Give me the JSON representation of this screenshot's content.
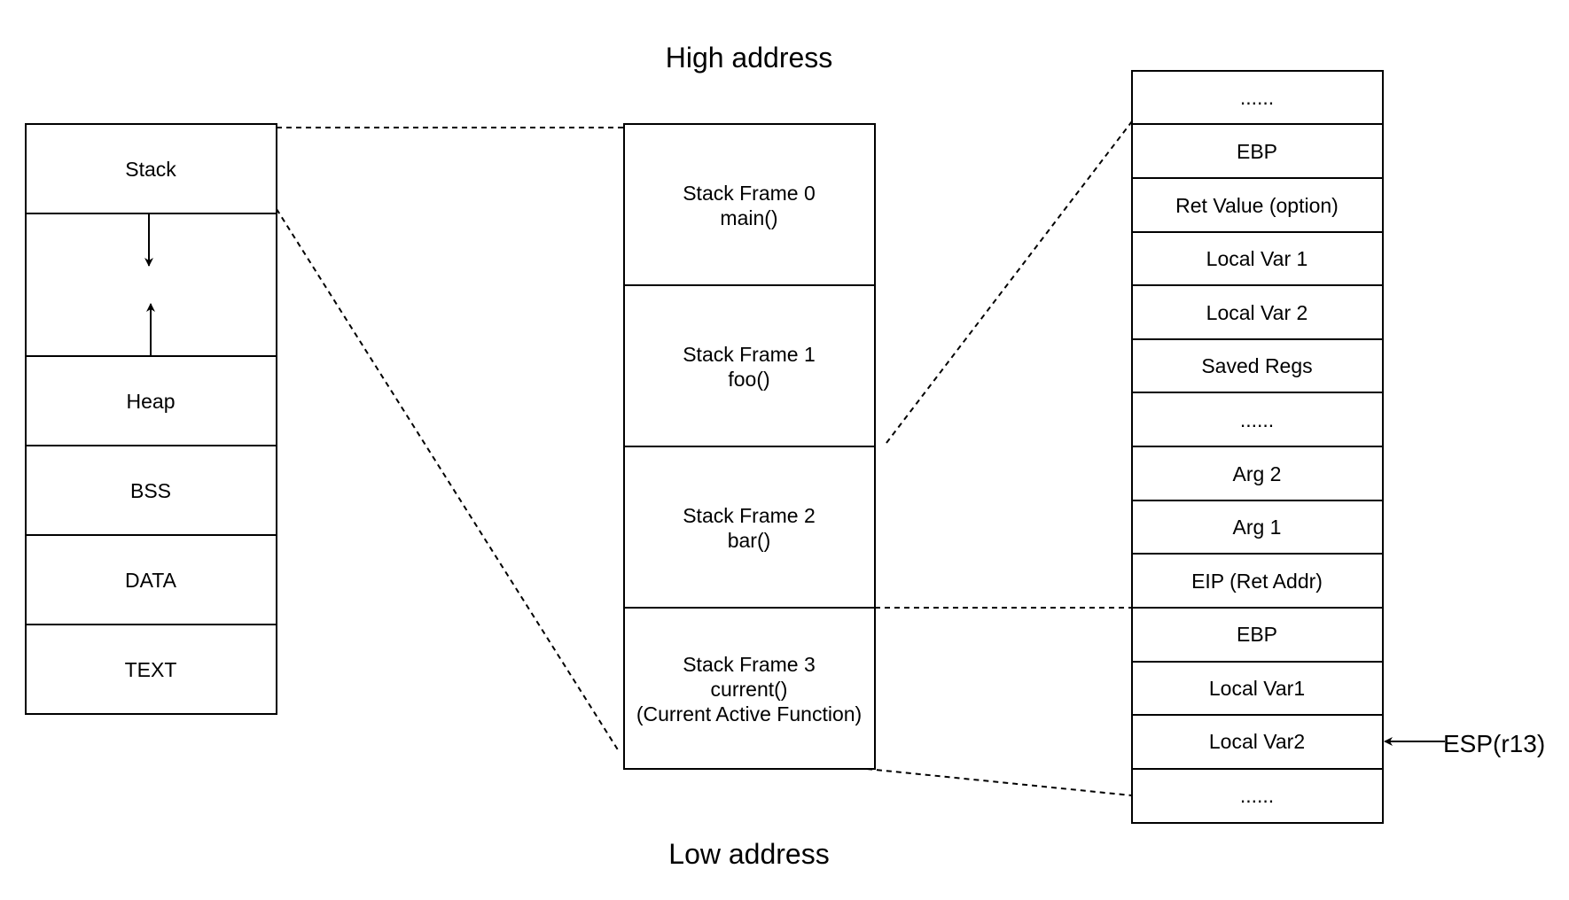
{
  "labels": {
    "high_address": "High address",
    "low_address": "Low address",
    "esp": "ESP(r13)"
  },
  "memory_layout": [
    "Stack",
    "",
    "Heap",
    "BSS",
    "DATA",
    "TEXT"
  ],
  "stack_frames": [
    [
      "Stack Frame 0",
      "main()"
    ],
    [
      "Stack Frame 1",
      "foo()"
    ],
    [
      "Stack Frame 2",
      "bar()"
    ],
    [
      "Stack Frame 3",
      "current()",
      "(Current Active Function)"
    ]
  ],
  "frame_detail": [
    "......",
    "EBP",
    "Ret Value (option)",
    "Local Var 1",
    "Local Var 2",
    "Saved Regs",
    "......",
    "Arg 2",
    "Arg 1",
    "EIP (Ret Addr)",
    "EBP",
    "Local Var1",
    "Local Var2",
    "......"
  ]
}
